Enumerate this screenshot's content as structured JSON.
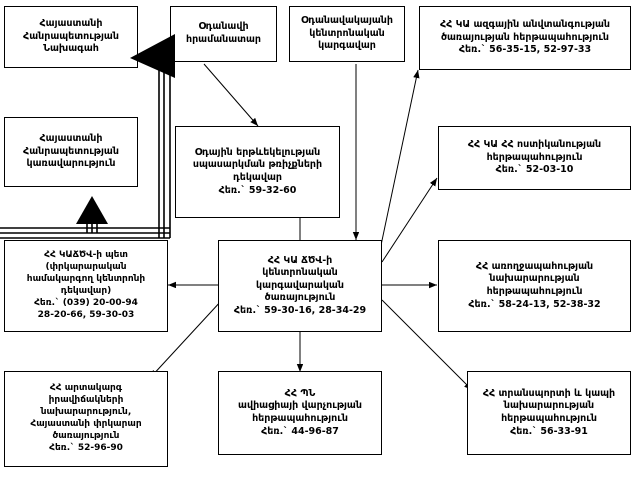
{
  "diagram": {
    "title": "Armenian aviation emergency notification scheme",
    "nodes": [
      {
        "id": "president",
        "name": "president-of-armenia",
        "lines": [
          "Հայաստանի",
          "Հանրապետության",
          "Նախագահ"
        ]
      },
      {
        "id": "government",
        "name": "government-of-armenia",
        "lines": [
          "Հայաստանի",
          "Հանրապետության",
          "կառավարություն"
        ]
      },
      {
        "id": "aircraft-commander",
        "name": "aircraft-commander",
        "lines": [
          "Օդանավի",
          "հրամանատար"
        ]
      },
      {
        "id": "airport-dispatcher",
        "name": "airport-central-dispatcher",
        "lines": [
          "Օդանավակայանի",
          "կենտրոնական",
          "կարգավար"
        ]
      },
      {
        "id": "nat-security",
        "name": "national-security-service-duty",
        "lines": [
          "ՀՀ ԿԱ ազգային անվտանգության",
          "ծառայության հերթապահություն",
          "Հեռ.` 56-35-15, 52-97-33"
        ]
      },
      {
        "id": "flight-service",
        "name": "air-traffic-service-flight-manager",
        "lines": [
          "Օդային երթևեկելության",
          "սպասարկման թռիչքների",
          "դեկավար",
          "Հեռ.` 59-32-60"
        ]
      },
      {
        "id": "police",
        "name": "police-duty-service",
        "lines": [
          "ՀՀ ԿԱ ՀՀ ոստիկանության",
          "հերթապահություն",
          "Հեռ.` 52-03-10"
        ]
      },
      {
        "id": "rescue-chief",
        "name": "rescue-service-chief",
        "lines": [
          "ՀՀ ԿԱՃԾՎ-ի պետ",
          "(փրկարարական",
          "համակարգող կենտրոնի",
          "դեկավար)",
          "Հեռ.` (039) 20-00-94",
          "28-20-66, 59-30-03"
        ]
      },
      {
        "id": "central-dispatch",
        "name": "central-dispatch-service",
        "lines": [
          "ՀՀ ԿԱ ՃԾՎ-ի",
          "կենտրոնական",
          "կարգավարական",
          "ծառայություն",
          "Հեռ.` 59-30-16, 28-34-29"
        ]
      },
      {
        "id": "health",
        "name": "ministry-of-health-duty",
        "lines": [
          "ՀՀ առողջապահության",
          "նախարարության",
          "հերթապահություն",
          "Հեռ.` 58-24-13, 52-38-32"
        ]
      },
      {
        "id": "emergency-ministry",
        "name": "ministry-of-emergency-situations",
        "lines": [
          "ՀՀ արտակարգ",
          "իրավիճակների",
          "նախարարություն,",
          "Հայաստանի փրկարար",
          "ծառայություն",
          "Հեռ.` 52-96-90"
        ]
      },
      {
        "id": "defence-aviation",
        "name": "defence-ministry-aviation-duty",
        "lines": [
          "ՀՀ ՊՆ",
          "ավիացիայի վարչության",
          "հերթապահություն",
          "Հեռ.` 44-96-87"
        ]
      },
      {
        "id": "transport",
        "name": "ministry-of-transport-and-communication-duty",
        "lines": [
          "ՀՀ տրանսպորտի և կապի",
          "նախարարության",
          "հերթապահություն",
          "Հեռ.` 56-33-91"
        ]
      }
    ],
    "colors": {
      "line": "#000000",
      "box_fill": "#ffffff",
      "text": "#000000"
    }
  }
}
